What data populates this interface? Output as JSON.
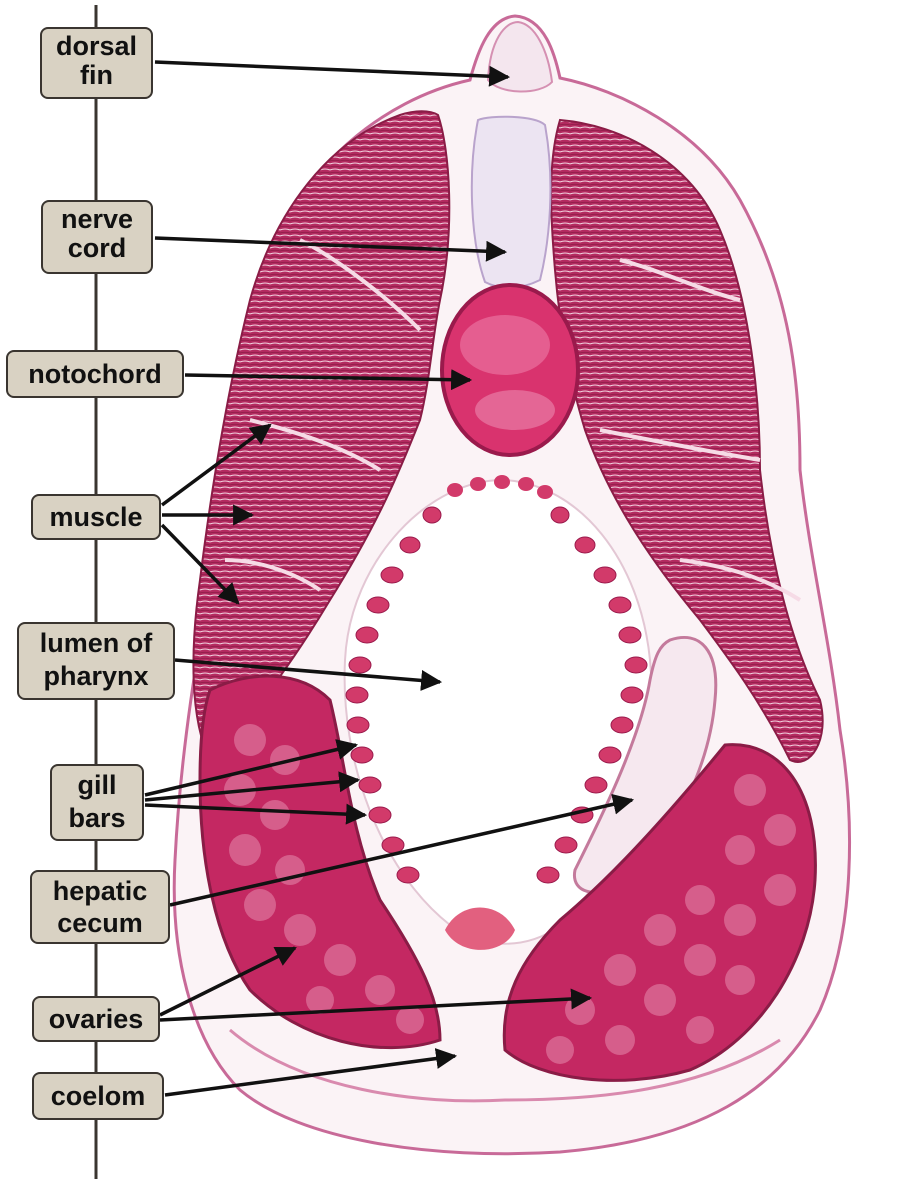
{
  "labels": {
    "dorsal_fin": [
      "dorsal",
      "fin"
    ],
    "nerve_cord": [
      "nerve",
      "cord"
    ],
    "notochord": [
      "notochord"
    ],
    "muscle": [
      "muscle"
    ],
    "lumen_of_pharynx": [
      "lumen of",
      "pharynx"
    ],
    "gill_bars": [
      "gill",
      "bars"
    ],
    "hepatic_cecum": [
      "hepatic",
      "cecum"
    ],
    "ovaries": [
      "ovaries"
    ],
    "coelom": [
      "coelom"
    ]
  },
  "colors": {
    "tissue_dark": "#b0245a",
    "tissue_mid": "#c84a78",
    "tissue_light": "#e9b8cc",
    "label_fill": "#d9d2c3",
    "label_border": "#3a3530",
    "arrow": "#111111"
  }
}
